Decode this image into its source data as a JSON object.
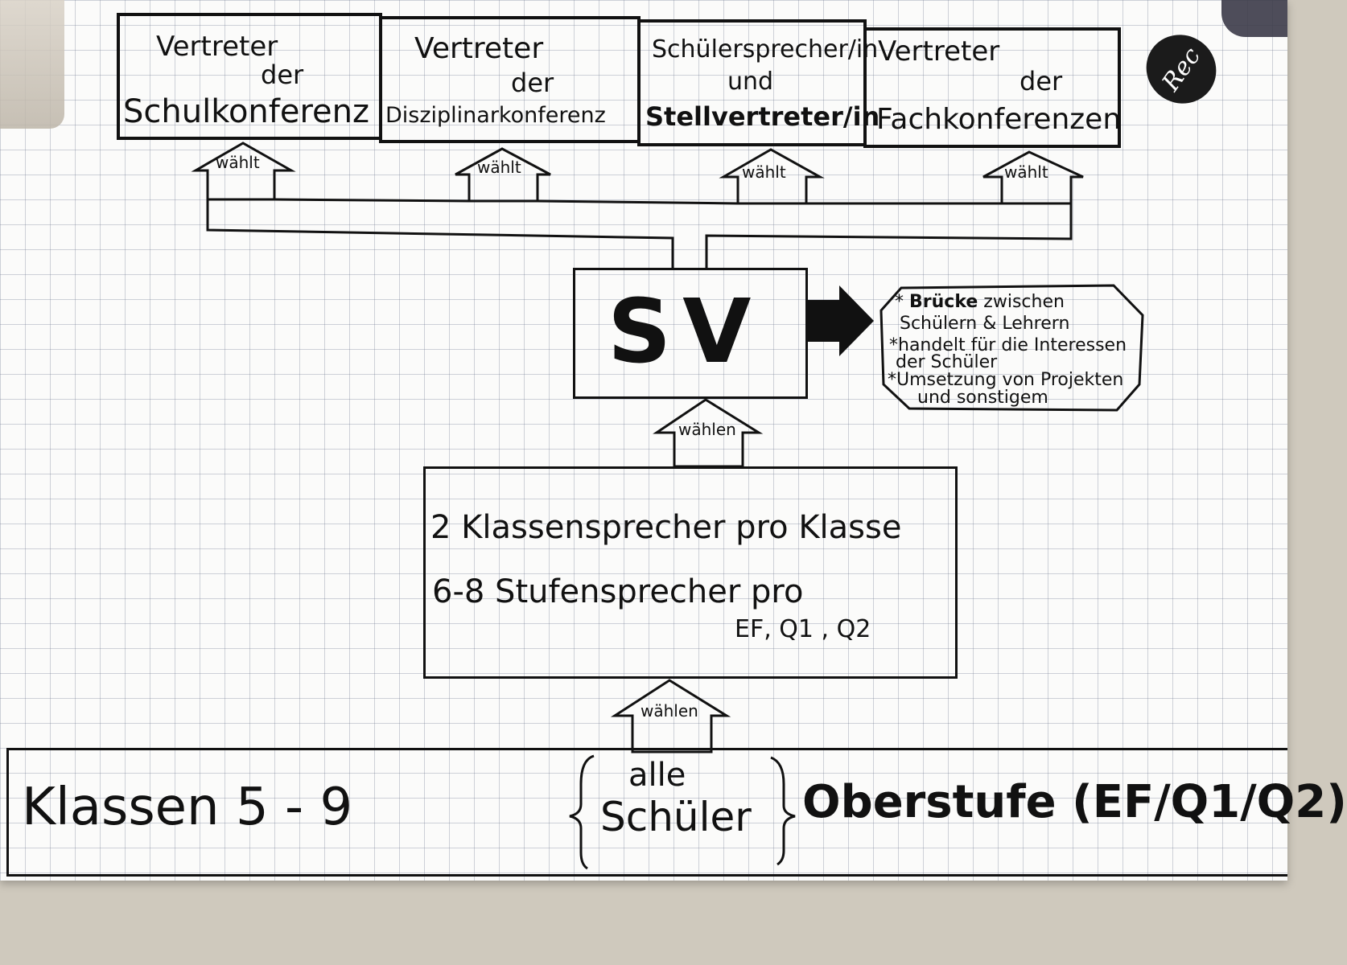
{
  "top_boxes": [
    {
      "line1": "Vertreter",
      "line2": "der",
      "line3": "Schulkonferenz"
    },
    {
      "line1": "Vertreter",
      "line2": "der",
      "line3": "Disziplinarkonferenz"
    },
    {
      "line1": "Schülersprecher/in",
      "line2": "und",
      "line3": "Stellvertreter/in"
    },
    {
      "line1": "Vertreter",
      "line2": "der",
      "line3": "Fachkonferenzen"
    }
  ],
  "arrows": {
    "waehlt": "wählt",
    "waehlen": "wählen"
  },
  "sv": {
    "title": "SV"
  },
  "info": {
    "items": [
      {
        "bold": "Brücke",
        "text": "zwischen",
        "line2": "Schülern & Lehrern"
      },
      {
        "text": "handelt für die Interessen",
        "line2": "der Schüler"
      },
      {
        "text": "Umsetzung von Projekten",
        "line2": "und sonstigem"
      }
    ]
  },
  "middle_box": {
    "line1": "2 Klassensprecher pro Klasse",
    "line2": "6-8 Stufensprecher pro",
    "line3": "EF, Q1 , Q2"
  },
  "bottom": {
    "left": "Klassen 5 - 9",
    "center_top": "alle",
    "center_bottom": "Schüler",
    "right": "Oberstufe (EF/Q1/Q2)"
  },
  "logo": {
    "text": "Rec"
  },
  "colors": {
    "ink": "#111111",
    "paper": "#fbfbfa",
    "grid": "#7882964d"
  }
}
